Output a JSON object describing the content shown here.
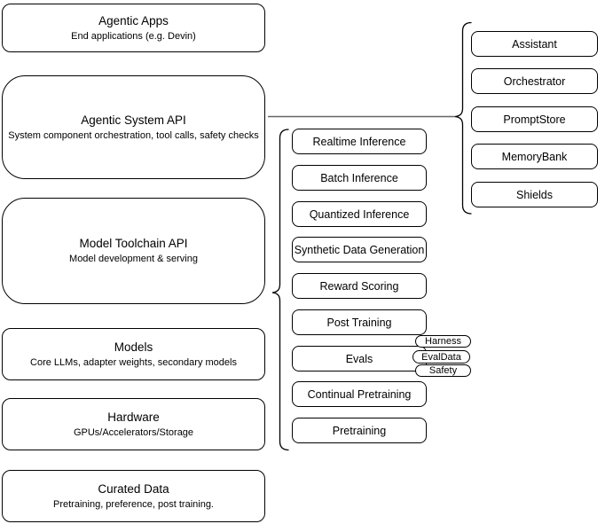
{
  "diagram": {
    "left_column": [
      {
        "title": "Agentic Apps",
        "subtitle": "End applications (e.g. Devin)"
      },
      {
        "title": "Agentic System API",
        "subtitle": "System component orchestration, tool calls, safety checks"
      },
      {
        "title": "Model Toolchain API",
        "subtitle": "Model development & serving"
      },
      {
        "title": "Models",
        "subtitle": "Core LLMs, adapter weights, secondary models"
      },
      {
        "title": "Hardware",
        "subtitle": "GPUs/Accelerators/Storage"
      },
      {
        "title": "Curated Data",
        "subtitle": "Pretraining, preference, post training."
      }
    ],
    "toolchain_items": [
      "Realtime Inference",
      "Batch Inference",
      "Quantized Inference",
      "Synthetic Data Generation",
      "Reward Scoring",
      "Post Training",
      "Evals",
      "Continual Pretraining",
      "Pretraining"
    ],
    "evals_tags": [
      "Harness",
      "EvalData",
      "Safety"
    ],
    "system_components": [
      "Assistant",
      "Orchestrator",
      "PromptStore",
      "MemoryBank",
      "Shields"
    ],
    "colors": {
      "node_border": "#000000",
      "node_fill": "#ffffff",
      "connector": "#666666"
    }
  }
}
